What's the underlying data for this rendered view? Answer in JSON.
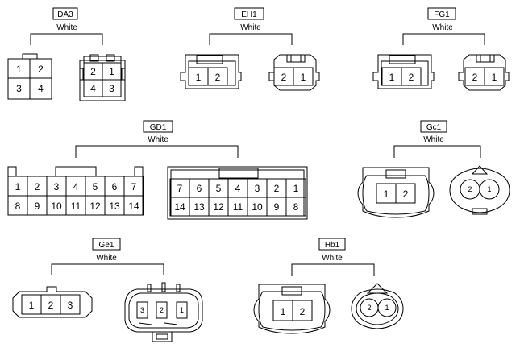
{
  "connectors": [
    {
      "id": "DA3",
      "color": "White",
      "male_pins": [
        "1",
        "2",
        "3",
        "4"
      ],
      "female_pins": [
        "2",
        "1",
        "4",
        "3"
      ]
    },
    {
      "id": "EH1",
      "color": "White",
      "male_pins": [
        "1",
        "2"
      ],
      "female_pins": [
        "2",
        "1"
      ]
    },
    {
      "id": "FG1",
      "color": "White",
      "male_pins": [
        "1",
        "2"
      ],
      "female_pins": [
        "2",
        "1"
      ]
    },
    {
      "id": "GD1",
      "color": "White",
      "male_pins": [
        "1",
        "2",
        "3",
        "4",
        "5",
        "6",
        "7",
        "8",
        "9",
        "10",
        "11",
        "12",
        "13",
        "14"
      ],
      "female_pins": [
        "7",
        "6",
        "5",
        "4",
        "3",
        "2",
        "1",
        "14",
        "13",
        "12",
        "11",
        "10",
        "9",
        "8"
      ]
    },
    {
      "id": "Gc1",
      "color": "White",
      "male_pins": [
        "1",
        "2"
      ],
      "female_pins": [
        "2",
        "1"
      ]
    },
    {
      "id": "Ge1",
      "color": "White",
      "male_pins": [
        "1",
        "2",
        "3"
      ],
      "female_pins": [
        "3",
        "2",
        "1"
      ]
    },
    {
      "id": "Hb1",
      "color": "White",
      "male_pins": [
        "1",
        "2"
      ],
      "female_pins": [
        "2",
        "1"
      ]
    }
  ]
}
